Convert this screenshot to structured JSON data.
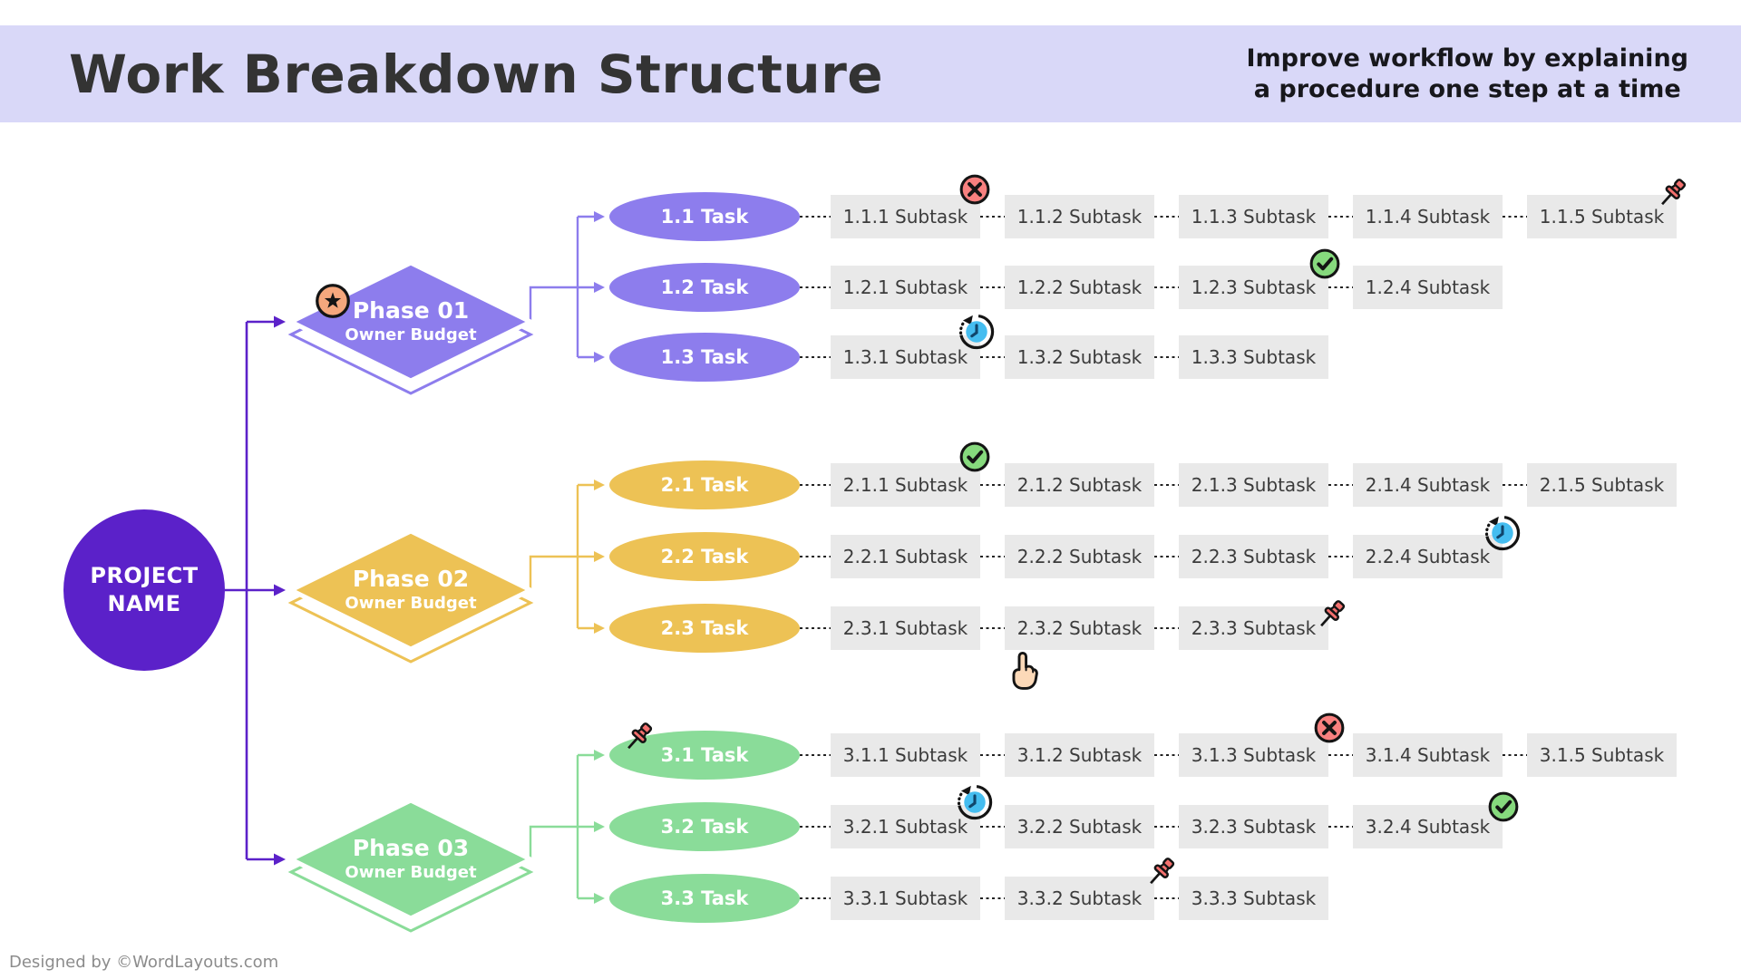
{
  "header": {
    "title": "Work Breakdown Structure",
    "tagline": [
      "Improve workflow by explaining",
      "a procedure one step at a time"
    ]
  },
  "project": {
    "line1": "PROJECT",
    "line2": "NAME"
  },
  "phases": [
    {
      "label": "Phase 01",
      "sublabel": "Owner Budget",
      "color": "#8d7ded",
      "tasks": [
        {
          "label": "1.1 Task",
          "subtasks": [
            "1.1.1 Subtask",
            "1.1.2 Subtask",
            "1.1.3 Subtask",
            "1.1.4 Subtask",
            "1.1.5 Subtask"
          ]
        },
        {
          "label": "1.2 Task",
          "subtasks": [
            "1.2.1 Subtask",
            "1.2.2 Subtask",
            "1.2.3 Subtask",
            "1.2.4 Subtask"
          ]
        },
        {
          "label": "1.3 Task",
          "subtasks": [
            "1.3.1 Subtask",
            "1.3.2 Subtask",
            "1.3.3 Subtask"
          ]
        }
      ]
    },
    {
      "label": "Phase 02",
      "sublabel": "Owner Budget",
      "color": "#edc255",
      "tasks": [
        {
          "label": "2.1 Task",
          "subtasks": [
            "2.1.1 Subtask",
            "2.1.2 Subtask",
            "2.1.3 Subtask",
            "2.1.4 Subtask",
            "2.1.5 Subtask"
          ]
        },
        {
          "label": "2.2 Task",
          "subtasks": [
            "2.2.1 Subtask",
            "2.2.2 Subtask",
            "2.2.3 Subtask",
            "2.2.4 Subtask"
          ]
        },
        {
          "label": "2.3 Task",
          "subtasks": [
            "2.3.1 Subtask",
            "2.3.2 Subtask",
            "2.3.3 Subtask"
          ]
        }
      ]
    },
    {
      "label": "Phase 03",
      "sublabel": "Owner Budget",
      "color": "#8adc99",
      "tasks": [
        {
          "label": "3.1 Task",
          "subtasks": [
            "3.1.1 Subtask",
            "3.1.2 Subtask",
            "3.1.3 Subtask",
            "3.1.4 Subtask",
            "3.1.5 Subtask"
          ]
        },
        {
          "label": "3.2 Task",
          "subtasks": [
            "3.2.1 Subtask",
            "3.2.2 Subtask",
            "3.2.3 Subtask",
            "3.2.4 Subtask"
          ]
        },
        {
          "label": "3.3 Task",
          "subtasks": [
            "3.3.1 Subtask",
            "3.3.2 Subtask",
            "3.3.3 Subtask"
          ]
        }
      ]
    }
  ],
  "markers": [
    {
      "type": "cancel-icon",
      "anchor": "1.1.1 Subtask"
    },
    {
      "type": "pin-icon",
      "anchor": "1.1.5 Subtask"
    },
    {
      "type": "check-icon",
      "anchor": "1.2.3 Subtask"
    },
    {
      "type": "clock-icon",
      "anchor": "1.3.1 Subtask"
    },
    {
      "type": "star-icon",
      "anchor": "Phase 01"
    },
    {
      "type": "check-icon",
      "anchor": "2.1.1 Subtask"
    },
    {
      "type": "clock-icon",
      "anchor": "2.2.4 Subtask"
    },
    {
      "type": "pin-icon",
      "anchor": "2.3.3 Subtask"
    },
    {
      "type": "hand-cursor-icon",
      "anchor": "2.3.2 Subtask"
    },
    {
      "type": "pin-icon",
      "anchor": "3.1 Task"
    },
    {
      "type": "cancel-icon",
      "anchor": "3.1.3 Subtask"
    },
    {
      "type": "clock-icon",
      "anchor": "3.2.1 Subtask"
    },
    {
      "type": "check-icon",
      "anchor": "3.2.4 Subtask"
    },
    {
      "type": "pin-icon",
      "anchor": "3.3.2 Subtask"
    }
  ],
  "colors": {
    "header_bg": "#d9d8f8",
    "project": "#5b21c9",
    "trunk": "#5b21c9",
    "box_bg": "#e9e9e9",
    "cancel": "#f8807f",
    "check": "#86d97d",
    "clock": "#45bdf0",
    "pin": "#f4706e",
    "star_badge": "#f5a77d",
    "hand": "#fcd9b8"
  },
  "footer": {
    "credit": "Designed by ©WordLayouts.com"
  }
}
